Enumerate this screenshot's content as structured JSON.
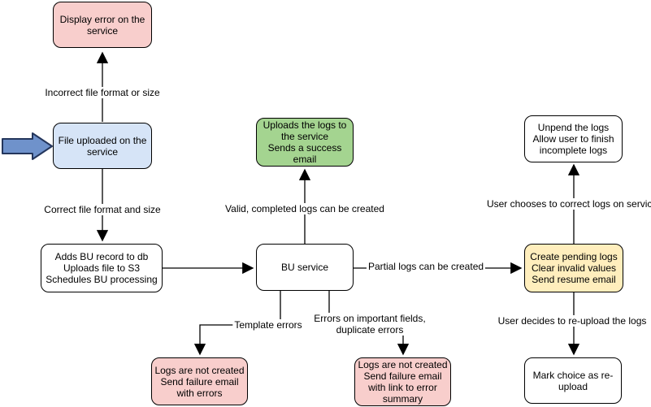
{
  "diagram": {
    "nodes": {
      "display_error": {
        "label": "Display error on the\nservice"
      },
      "file_uploaded": {
        "label": "File uploaded on the\nservice"
      },
      "adds_bu_record": {
        "label": "Adds BU record to db\nUploads file to S3\nSchedules BU processing"
      },
      "bu_service": {
        "label": "BU service"
      },
      "uploads_logs": {
        "label": "Uploads the logs to\nthe service\nSends a success\nemail"
      },
      "unpend_logs": {
        "label": "Unpend the logs\nAllow user to finish\nincomplete logs"
      },
      "create_pending_logs": {
        "label": "Create pending logs\nClear invalid values\nSend resume email"
      },
      "mark_reupload": {
        "label": "Mark choice as re-\nupload"
      },
      "logs_not_created_template": {
        "label": "Logs are not created\nSend failure email\nwith errors"
      },
      "logs_not_created_fields": {
        "label": "Logs are not created\nSend failure email\nwith link to error\nsummary"
      }
    },
    "edge_labels": {
      "incorrect_format": "Incorrect file format or size",
      "correct_format": "Correct file format and size",
      "valid_logs": "Valid, completed logs can be created",
      "partial_logs": "Partial logs can be created",
      "template_errors": "Template errors",
      "important_field_errors": "Errors on important fields,\nduplicate errors",
      "user_corrects": "User chooses to correct logs on service",
      "user_reuploads": "User decides to re-upload the logs"
    },
    "colors": {
      "node_stroke": "#000000",
      "error_pink": "#f8cecc",
      "upload_blue": "#d6e4f7",
      "success_green": "#a4d490",
      "pending_yellow": "#ffeebd",
      "plain_white": "#ffffff",
      "entry_arrow_fill": "#6f92cb",
      "entry_arrow_stroke": "#24365c",
      "line_black": "#000000"
    }
  }
}
